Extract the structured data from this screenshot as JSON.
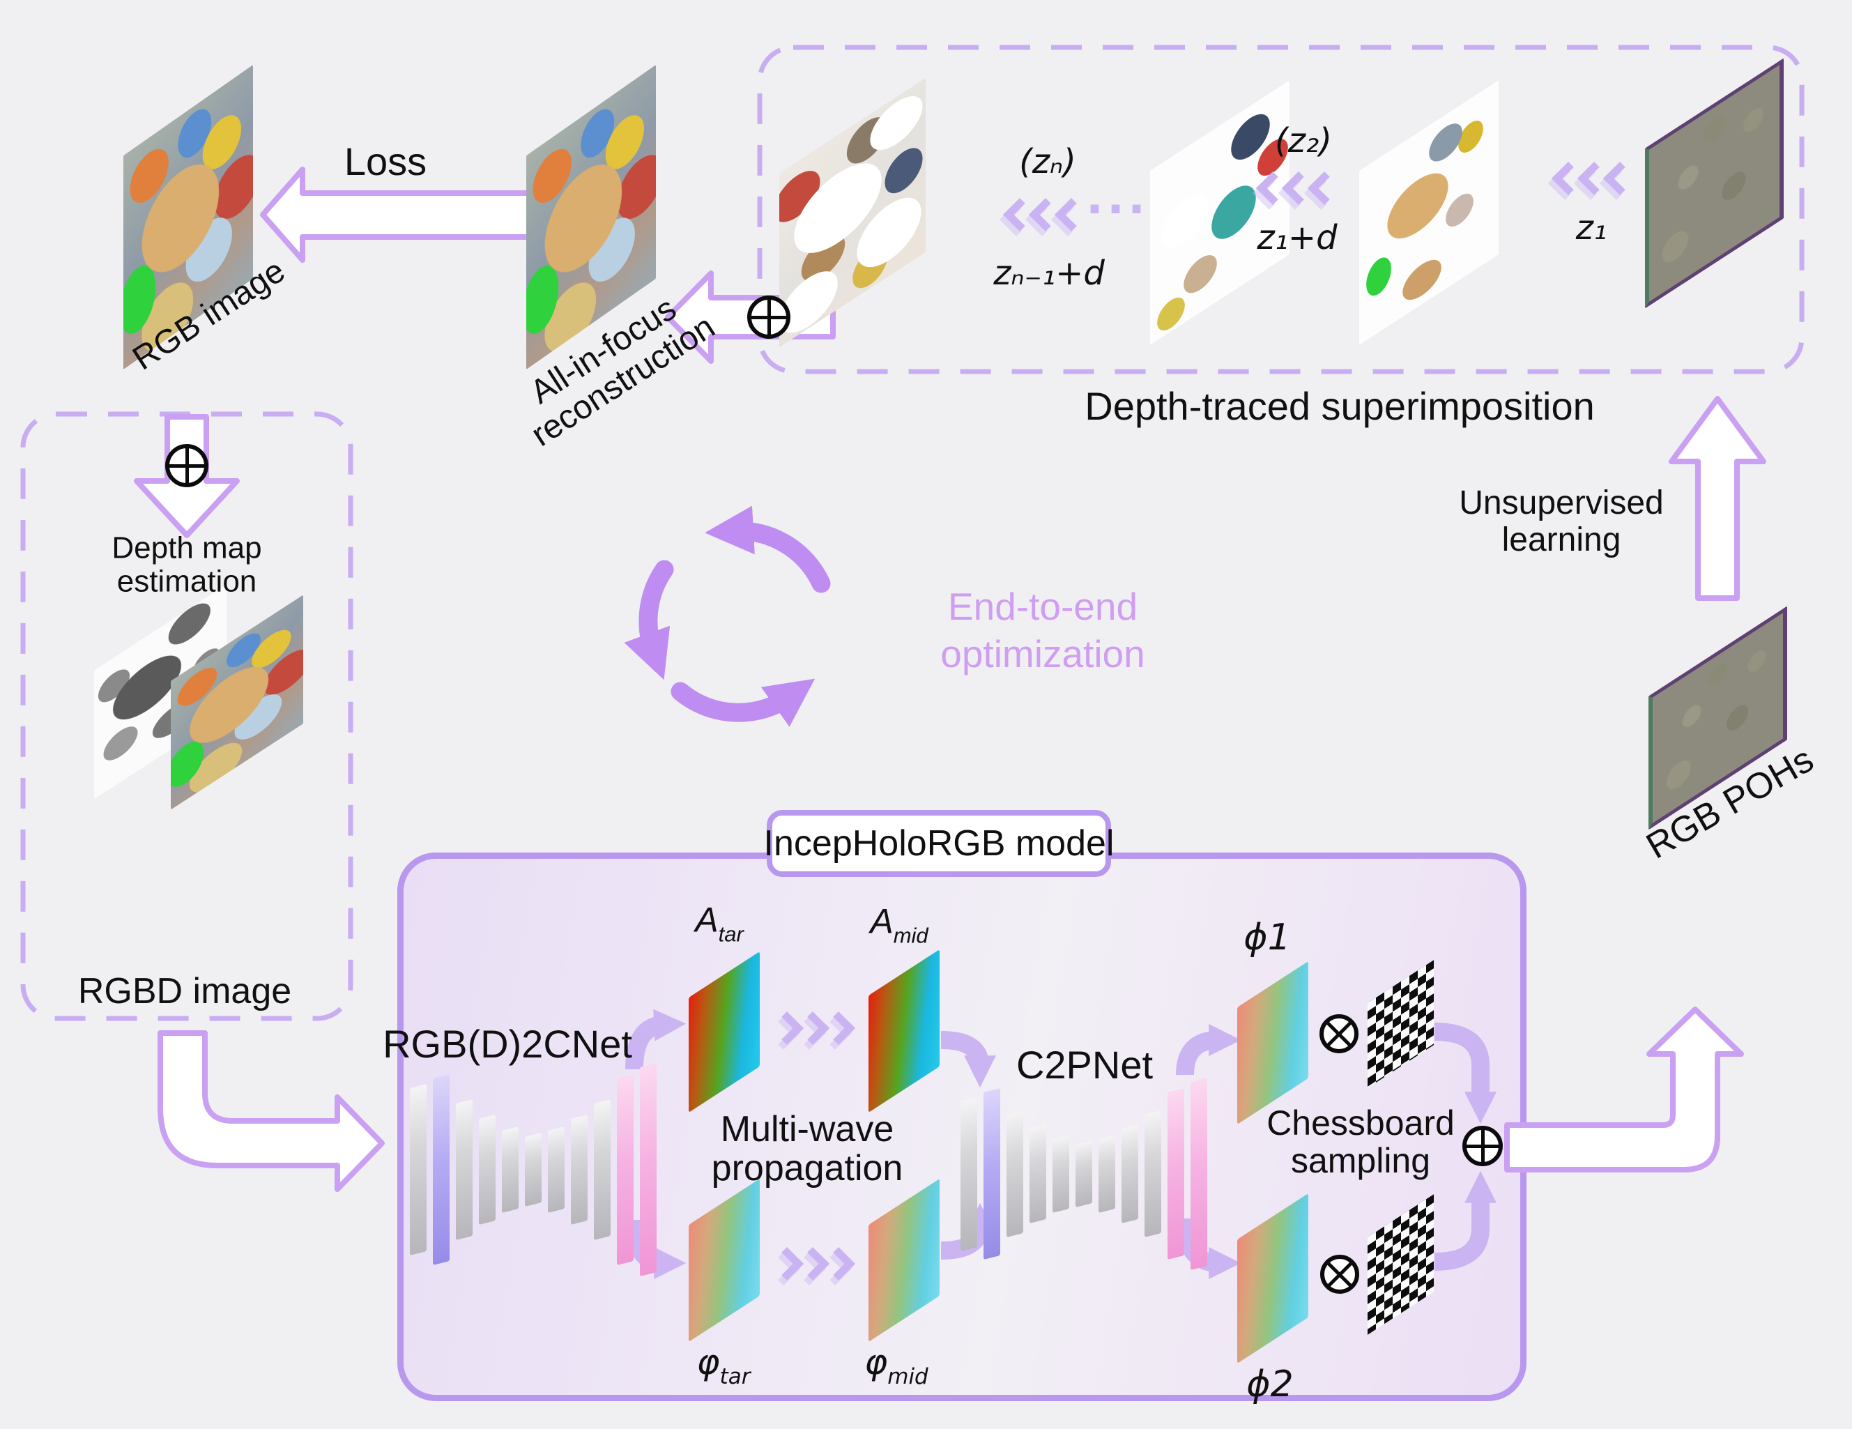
{
  "top_left": {
    "rgb_label": "RGB image",
    "loss": "Loss",
    "aif_line1": "All-in-focus",
    "aif_line2": "reconstruction"
  },
  "depth_box": {
    "title_line1": "Depth map",
    "title_line2": "estimation",
    "rgbd_label": "RGBD image"
  },
  "superimposition_box": {
    "caption": "Depth-traced superimposition",
    "z_n": "(zₙ)",
    "z_n_minus_1_d": "zₙ₋₁+d",
    "dots": "···",
    "z_2": "(z₂)",
    "z_1_d": "z₁+d",
    "z_1": "z₁"
  },
  "cycle": {
    "line1": "End-to-end",
    "line2": "optimization"
  },
  "unsupervised": {
    "line1": "Unsupervised",
    "line2": "learning"
  },
  "rgb_pohs_label": "RGB POHs",
  "model": {
    "title": "IncepHoloRGB model",
    "encoder_label": "RGB(D)2CNet",
    "c2pnet_label": "C2PNet",
    "multiwave_line1": "Multi-wave",
    "multiwave_line2": "propagation",
    "chessboard_line1": "Chessboard",
    "chessboard_line2": "sampling",
    "a_tar": {
      "base": "A",
      "sub": "tar"
    },
    "a_mid": {
      "base": "A",
      "sub": "mid"
    },
    "phi_tar": {
      "base": "φ",
      "sub": "tar"
    },
    "phi_mid": {
      "base": "φ",
      "sub": "mid"
    },
    "phi1": "ϕ1",
    "phi2": "ϕ2"
  },
  "operators": {
    "superimpose": "⊕",
    "elementwise_multiply": "⊗"
  },
  "colors": {
    "background": "#f0f0f2",
    "dashed_border": "#c9adf2",
    "white_arrow_stroke": "#c9a0f2",
    "soft_arrow": "#cbb4f2",
    "cycle_icon": "#bf8df2",
    "purple_text": "#cf9df2",
    "model_border": "#b897ee",
    "slab_pink": "#f5a8dc",
    "slab_purple": "#b4acf2",
    "rainbow_gradient": [
      "#e81d10",
      "#56a41f",
      "#1ab7df"
    ]
  }
}
